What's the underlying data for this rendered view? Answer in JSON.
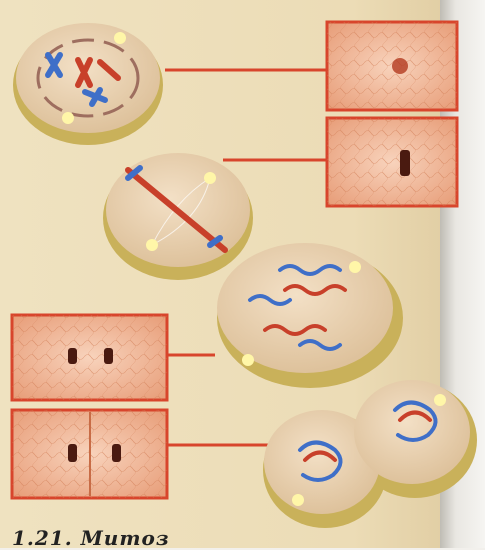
{
  "caption": "1.21. Митоз",
  "stages": [
    {
      "id": "prophase",
      "photo_side": "right"
    },
    {
      "id": "metaphase",
      "photo_side": "right"
    },
    {
      "id": "anaphase",
      "photo_side": "none"
    },
    {
      "id": "early-telophase",
      "photo_side": "left"
    },
    {
      "id": "telophase",
      "photo_side": "left"
    }
  ],
  "colors": {
    "cell_rim": "#c9b15a",
    "cytoplasm": "#ead3b5",
    "chromosome_red": "#c8402a",
    "chromosome_blue": "#3f6fc8",
    "connector_line": "#d8452c",
    "photo_frame": "#d8452c",
    "micrograph": "#f0b89a",
    "centrosome": "#fff6a8"
  }
}
